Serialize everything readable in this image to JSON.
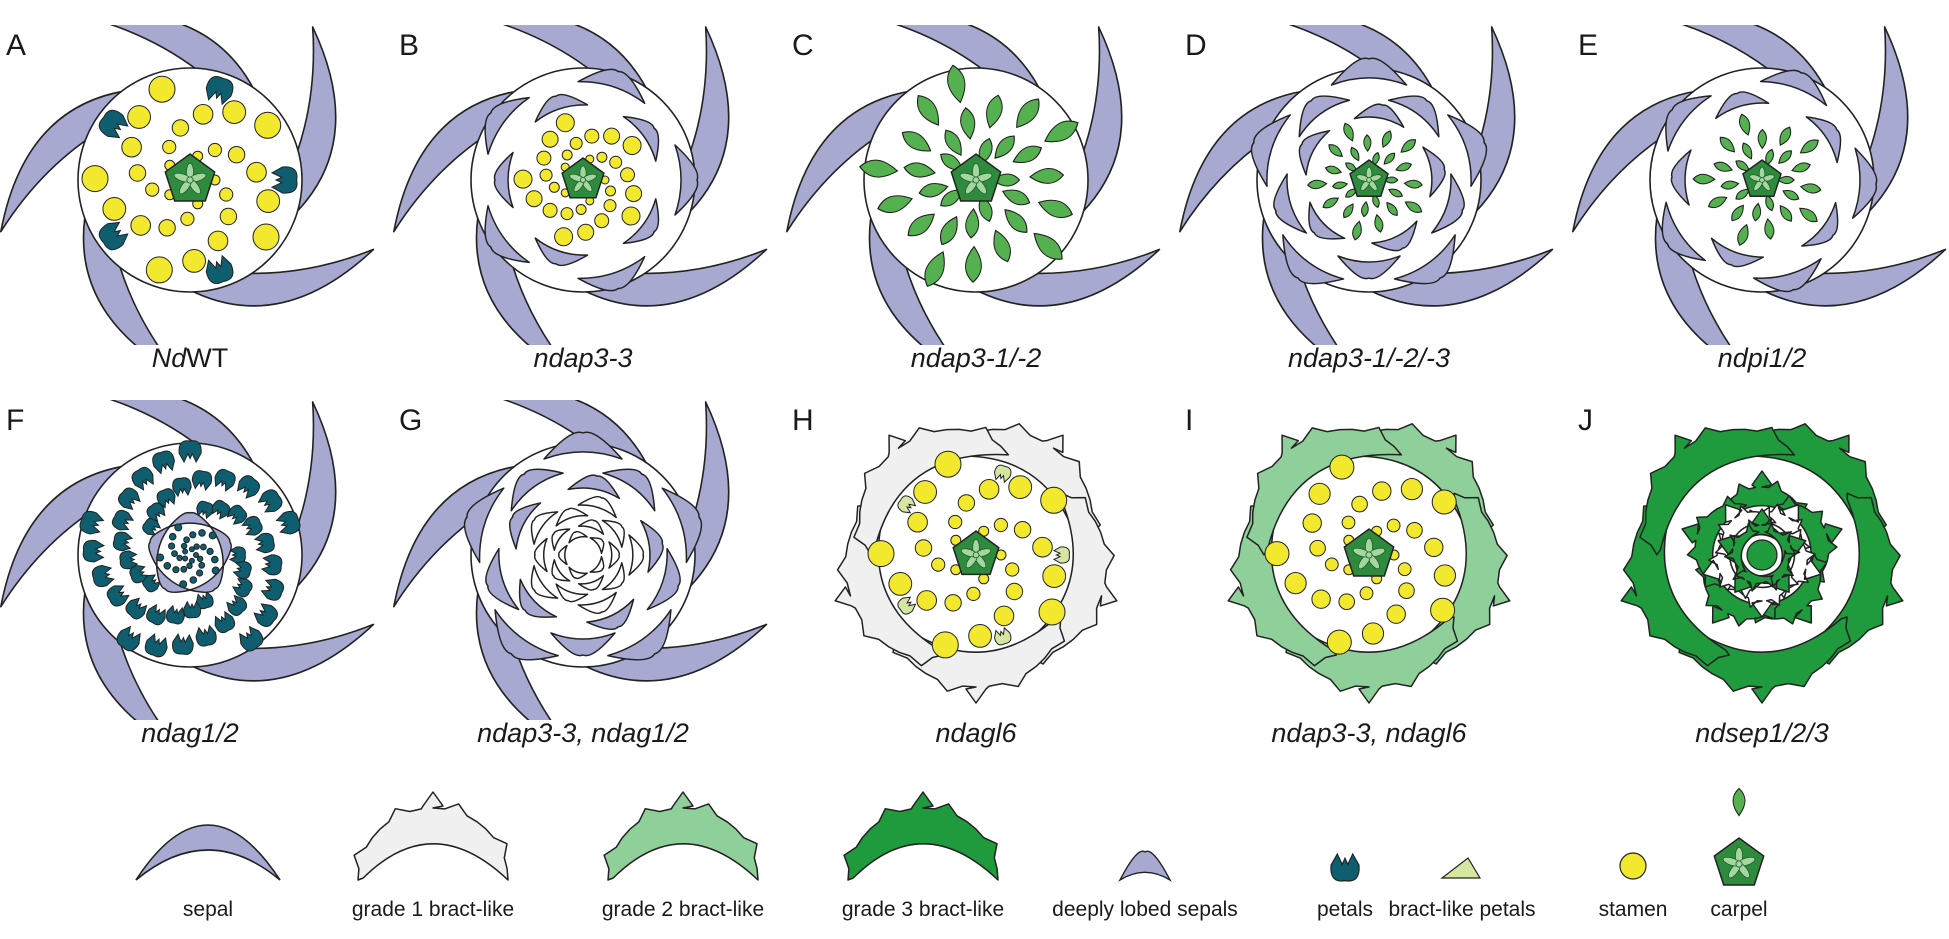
{
  "colors": {
    "sepal": "#a7a9d1",
    "petal": "#0e5e6f",
    "stamen": "#f2e82e",
    "carpel": "#2e8b3e",
    "carpel_star": "#a6d6a0",
    "ovule": "#55b04f",
    "bract1": "#f0f0f0",
    "bract2": "#8fcf9a",
    "bract3": "#1f9a3c",
    "bract_petal": "#d5e6a0",
    "outline": "#222222"
  },
  "panels": [
    {
      "letter": "A",
      "caption": [
        {
          "text": "Nd",
          "italic": true
        },
        {
          "text": "WT",
          "italic": false
        }
      ]
    },
    {
      "letter": "B",
      "caption": [
        {
          "text": "ndap3-3",
          "italic": true
        }
      ]
    },
    {
      "letter": "C",
      "caption": [
        {
          "text": "ndap3-1/-2",
          "italic": true
        }
      ]
    },
    {
      "letter": "D",
      "caption": [
        {
          "text": "ndap3-1/-2/-3",
          "italic": true
        }
      ]
    },
    {
      "letter": "E",
      "caption": [
        {
          "text": "ndpi1/2",
          "italic": true
        }
      ]
    },
    {
      "letter": "F",
      "caption": [
        {
          "text": "ndag1/2",
          "italic": true
        }
      ]
    },
    {
      "letter": "G",
      "caption": [
        {
          "text": "ndap3-3, ndag1/2",
          "italic": true
        }
      ]
    },
    {
      "letter": "H",
      "caption": [
        {
          "text": "ndagl6",
          "italic": true
        }
      ]
    },
    {
      "letter": "I",
      "caption": [
        {
          "text": "ndap3-3, ndagl6",
          "italic": true
        }
      ]
    },
    {
      "letter": "J",
      "caption": [
        {
          "text": "ndsep1/2/3",
          "italic": true
        }
      ]
    }
  ],
  "legend": [
    {
      "key": "sepal",
      "label": "sepal"
    },
    {
      "key": "bract1",
      "label": "grade 1 bract-like"
    },
    {
      "key": "bract2",
      "label": "grade 2 bract-like"
    },
    {
      "key": "bract3",
      "label": "grade 3 bract-like"
    },
    {
      "key": "lobed",
      "label": "deeply lobed sepals"
    },
    {
      "key": "petal",
      "label": "petals"
    },
    {
      "key": "bract_petal",
      "label": "bract-like petals"
    },
    {
      "key": "stamen",
      "label": "stamen"
    },
    {
      "key": "carpel",
      "label": "carpel"
    }
  ]
}
